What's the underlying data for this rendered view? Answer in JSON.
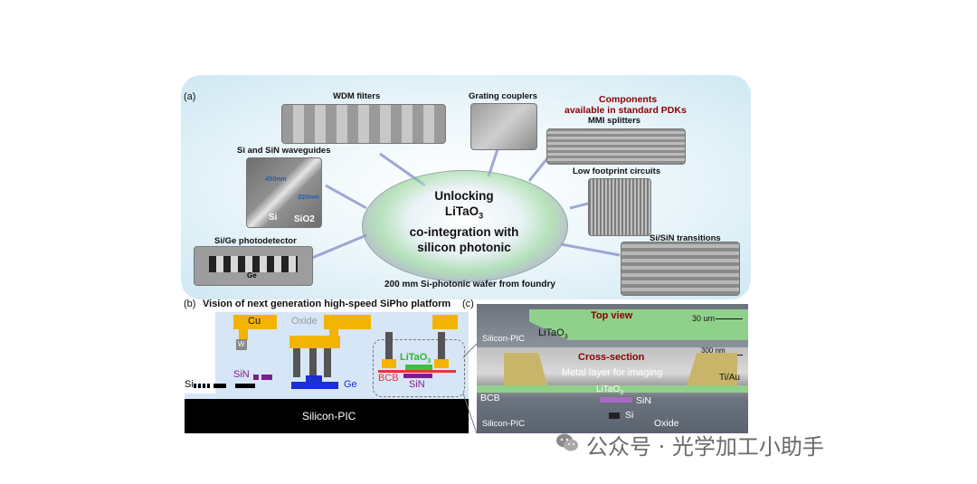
{
  "panel_a": {
    "letter": "(a)",
    "wdm": "WDM filters",
    "grating": "Grating couplers",
    "components_line1": "Components",
    "components_line2": "available in standard PDKs",
    "mmi": "MMI splitters",
    "waveguides": "Si and SiN waveguides",
    "dim_450": "450nm",
    "dim_220": "220nm",
    "si": "Si",
    "sio2": "SiO2",
    "low_footprint": "Low footprint circuits",
    "photodetector": "Si/Ge photodetector",
    "ge": "Ge",
    "transitions": "Si/SiN transitions",
    "wafer_l1": "Unlocking",
    "wafer_l2a": "LiTaO",
    "wafer_l2sub": "3",
    "wafer_l3": "co-integration with",
    "wafer_l4": "silicon photonic",
    "wafer_caption": "200 mm Si-photonic wafer from foundry"
  },
  "panel_b": {
    "letter": "(b)",
    "title": "Vision of next generation high-speed SiPho platform",
    "cu": "Cu",
    "oxide": "Oxide",
    "w": "W",
    "sin": "SiN",
    "si": "Si",
    "ge": "Ge",
    "litao_a": "LiTaO",
    "litao_sub": "3",
    "bcb": "BCB",
    "sin2": "SiN",
    "silicon_pic": "Silicon-PIC"
  },
  "panel_c": {
    "letter": "(c)",
    "top_view": "Top view",
    "scale_30": "30 um",
    "silicon_pic": "Silicon-PIC",
    "litao_a": "LiTaO",
    "litao_sub": "3",
    "scale_300": "300 nm",
    "cross_section": "Cross-section",
    "metal_layer": "Metal layer for imaging",
    "tiau": "Ti/Au",
    "bcb": "BCB",
    "litao2_a": "LiTaO",
    "litao2_sub": "3",
    "sin": "SiN",
    "si": "Si",
    "silicon_pic2": "Silicon-PIC",
    "oxide": "Oxide"
  },
  "watermark": "公众号 · 光学加工小助手",
  "colors": {
    "cu": "#f2b400",
    "ge": "#1a2fd6",
    "sin": "#7b1f8f",
    "litao": "#3fbf3f",
    "bcb": "#e33",
    "accent_red": "#8b0000"
  }
}
